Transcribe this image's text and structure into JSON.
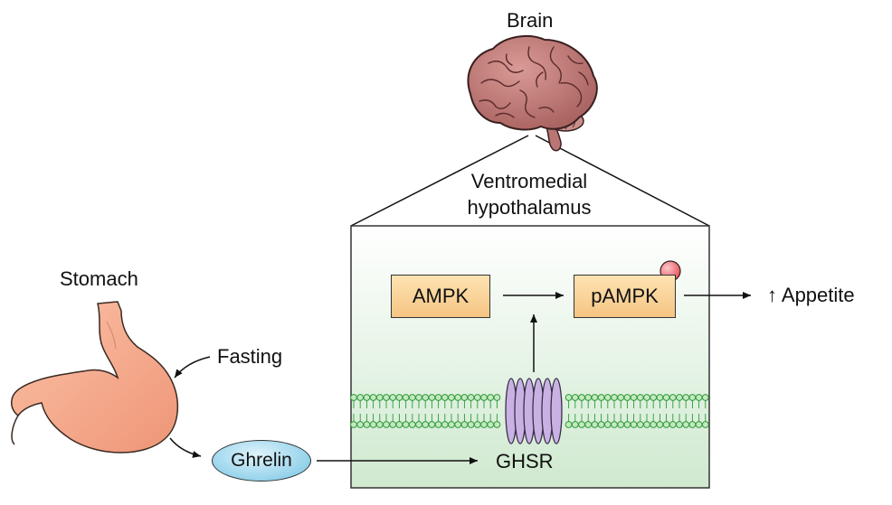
{
  "labels": {
    "brain": "Brain",
    "region": [
      "Ventromedial",
      "hypothalamus"
    ],
    "stomach": "Stomach",
    "fasting": "Fasting",
    "ghrelin": "Ghrelin",
    "receptor": "GHSR",
    "kinase": "AMPK",
    "phospho_kinase": "pAMPK",
    "outcome": "↑ Appetite"
  },
  "colors": {
    "panel_top": "#ffffff",
    "panel_bottom": "#cfe9cf",
    "box_fill": "#f8cf90",
    "phosphate": "#f2737a",
    "ghrelin_fill": "#9fd8ee",
    "membrane": "#2f9a3a",
    "receptor": "#b79ad6",
    "brain": "#b97673",
    "stomach": "#f4a98c"
  }
}
